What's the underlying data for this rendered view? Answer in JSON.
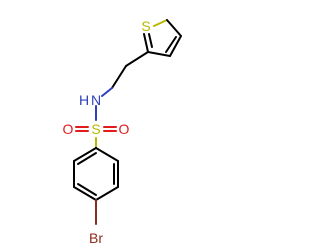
{
  "molecule": {
    "atoms": {
      "thiophene_s": {
        "label": "S",
        "color": "#b8b800"
      },
      "amine_nh": {
        "label": "N",
        "hydrogen": "H",
        "color": "#2e3fbd"
      },
      "sulfonyl_s": {
        "label": "S",
        "color": "#b8b800"
      },
      "oxygen_left": {
        "label": "O",
        "color": "#e01c1c"
      },
      "oxygen_right": {
        "label": "O",
        "color": "#e01c1c"
      },
      "bromine": {
        "label": "Br",
        "color": "#8b2a1f"
      }
    },
    "bond_color": "#000000"
  }
}
